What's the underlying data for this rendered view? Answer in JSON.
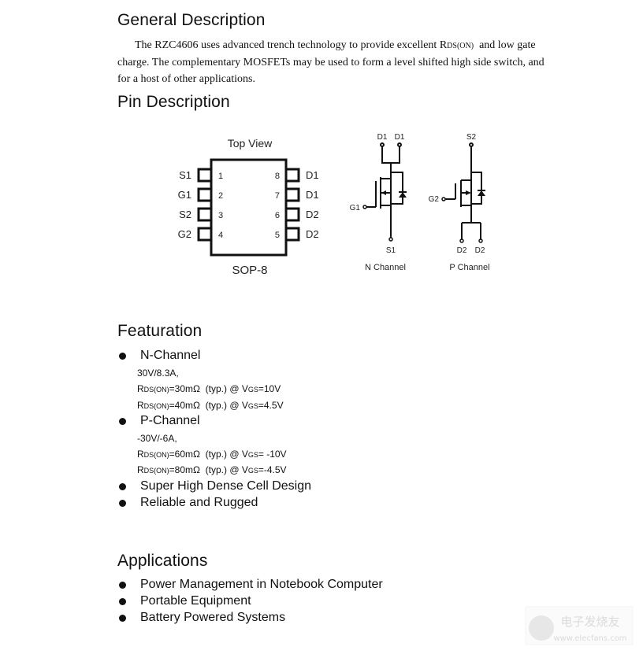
{
  "general": {
    "title": "General Description",
    "line1_pre": "The RZC4606 uses advanced trench technology to provide excellent R",
    "line1_sub": "DS(ON)",
    "line1_post": "  and low gate",
    "line2": "charge. The complementary MOSFETs may be used to form a level shifted high side switch, and",
    "line3": "for a host of other applications."
  },
  "pins": {
    "title": "Pin Description",
    "package_top": "Top View",
    "package_name": "SOP-8",
    "left": [
      {
        "name": "S1",
        "num": "1"
      },
      {
        "name": "G1",
        "num": "2"
      },
      {
        "name": "S2",
        "num": "3"
      },
      {
        "name": "G2",
        "num": "4"
      }
    ],
    "right": [
      {
        "name": "D1",
        "num": "8"
      },
      {
        "name": "D1",
        "num": "7"
      },
      {
        "name": "D2",
        "num": "6"
      },
      {
        "name": "D2",
        "num": "5"
      }
    ],
    "n_channel": {
      "label": "N Channel",
      "drain_a": "D1",
      "drain_b": "D1",
      "gate": "G1",
      "source": "S1"
    },
    "p_channel": {
      "label": "P Channel",
      "source": "S2",
      "gate": "G2",
      "drain_a": "D2",
      "drain_b": "D2"
    }
  },
  "features": {
    "title": "Featuration",
    "n_channel": {
      "label": "N-Channel",
      "rating": "30V/8.3A,",
      "specs": [
        {
          "r": "R",
          "rsub": "DS(ON)",
          "value": "=30mΩ  (typ.) @ V",
          "vsub": "GS",
          "cond": "=10V"
        },
        {
          "r": "R",
          "rsub": "DS(ON)",
          "value": "=40mΩ  (typ.) @ V",
          "vsub": "GS",
          "cond": "=4.5V"
        }
      ]
    },
    "p_channel": {
      "label": "P-Channel",
      "rating": "-30V/-6A,",
      "specs": [
        {
          "r": "R",
          "rsub": "DS(ON)",
          "value": "=60mΩ  (typ.) @ V",
          "vsub": "GS",
          "cond": "= -10V"
        },
        {
          "r": "R",
          "rsub": "DS(ON)",
          "value": "=80mΩ  (typ.) @ V",
          "vsub": "GS",
          "cond": "=-4.5V"
        }
      ]
    },
    "extra": [
      "Super High Dense Cell Design",
      "Reliable and Rugged"
    ]
  },
  "applications": {
    "title": "Applications",
    "items": [
      "Power Management in Notebook Computer",
      "Portable Equipment",
      "Battery Powered Systems"
    ]
  },
  "watermark": {
    "cn": "电子发烧友",
    "url": "www.elecfans.com"
  }
}
